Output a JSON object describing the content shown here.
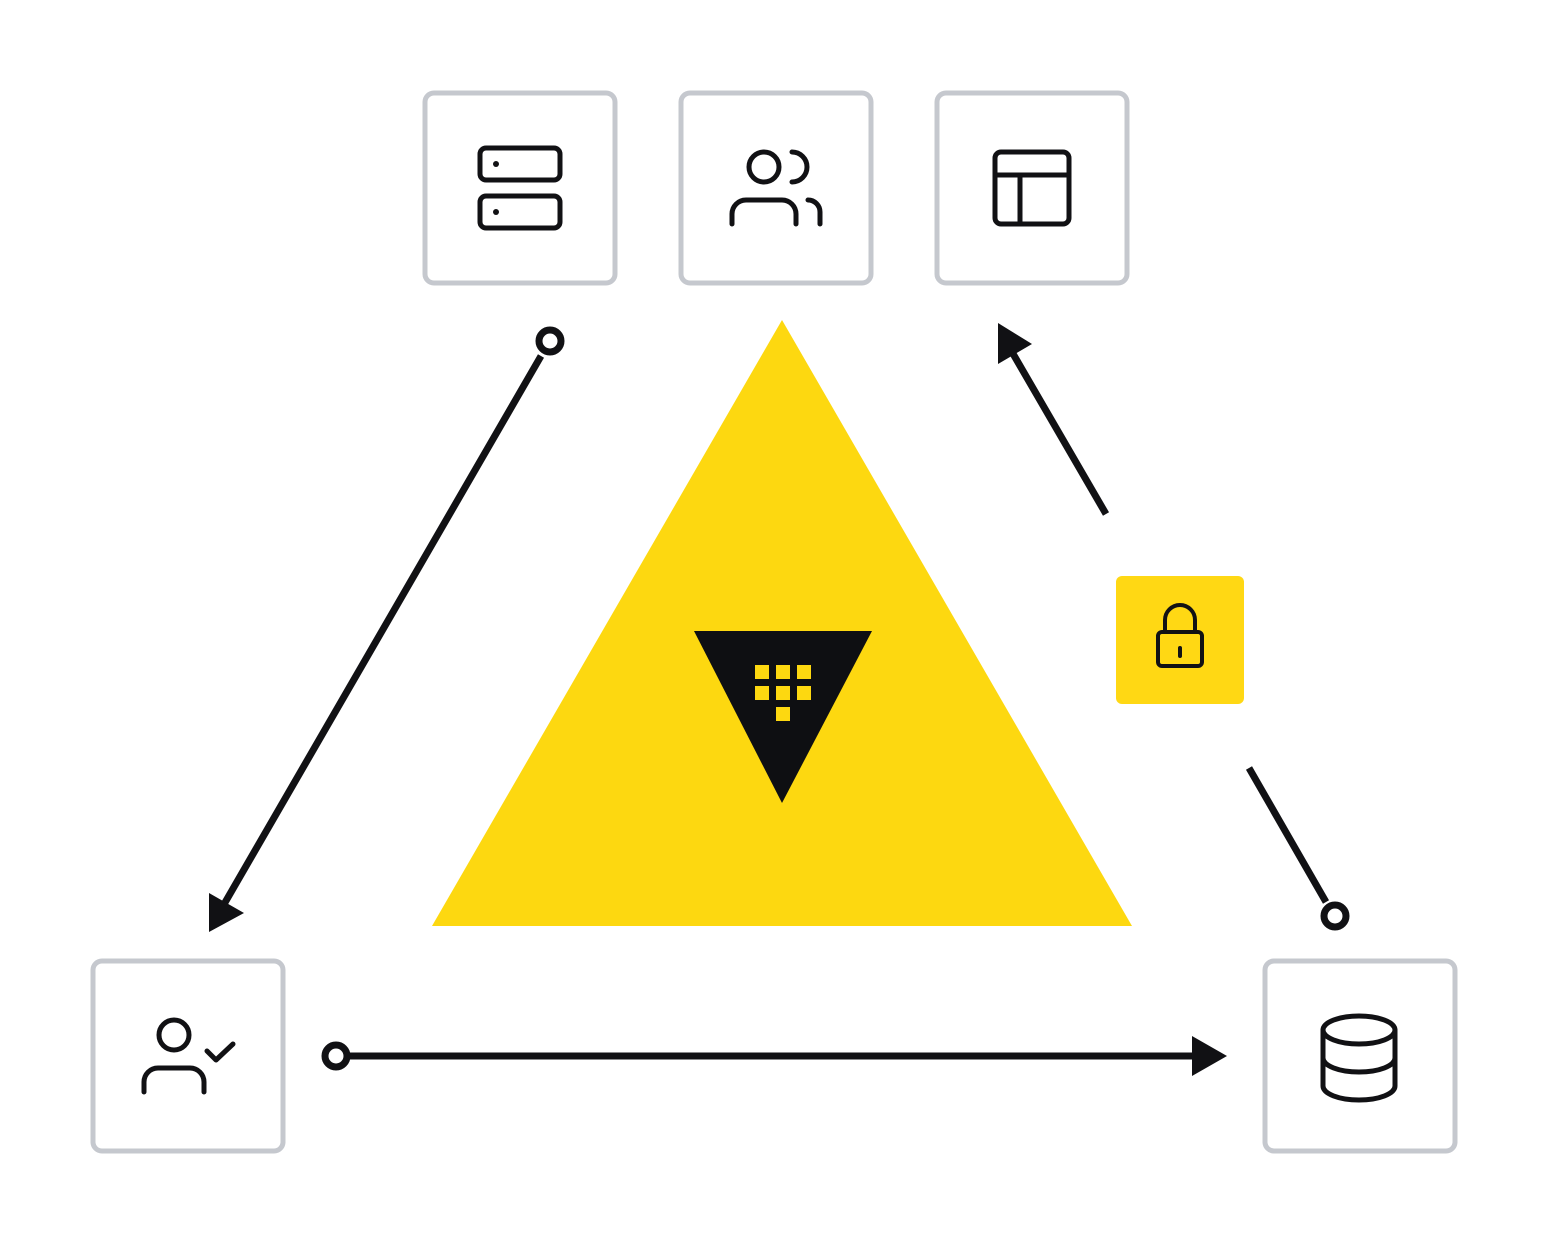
{
  "colors": {
    "accent_yellow": "#FFD814",
    "triangle_yellow": "#FDD810",
    "line_black": "#111114",
    "box_border": "#C5C8CE",
    "background": "#FFFFFF"
  },
  "nodes": [
    {
      "id": "servers",
      "icon": "server-stack-icon"
    },
    {
      "id": "users",
      "icon": "users-group-icon"
    },
    {
      "id": "layout",
      "icon": "layout-panel-icon"
    },
    {
      "id": "verified-user",
      "icon": "user-check-icon"
    },
    {
      "id": "database",
      "icon": "database-icon"
    }
  ],
  "center": {
    "icon": "vault-logo-icon"
  },
  "badge": {
    "icon": "lock-icon"
  },
  "connectors": [
    {
      "from": "servers",
      "to": "verified-user"
    },
    {
      "from": "verified-user",
      "to": "database"
    },
    {
      "from": "database",
      "to": "layout",
      "via": "lock"
    }
  ]
}
